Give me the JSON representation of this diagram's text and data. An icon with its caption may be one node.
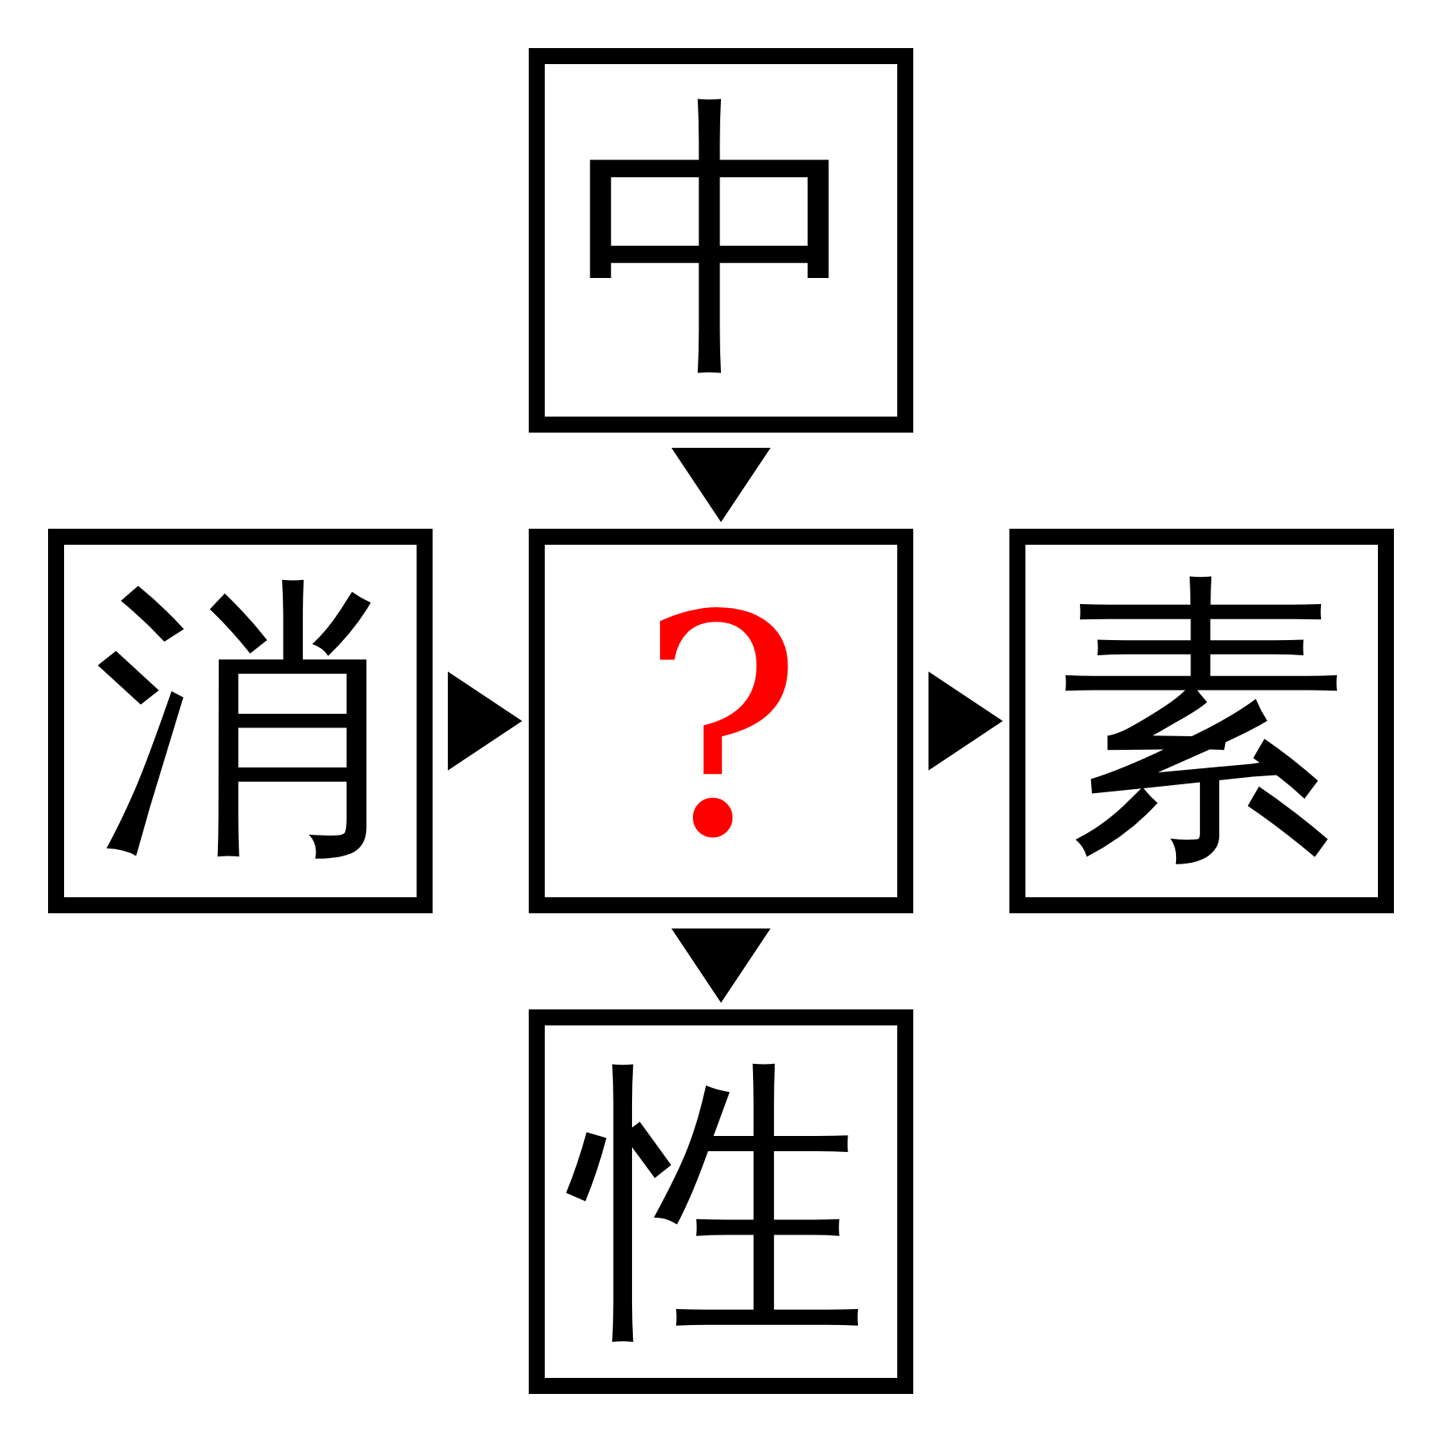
{
  "diagram": {
    "nodes": [
      {
        "text": [
          "中"
        ]
      },
      {
        "text": [
          "消"
        ]
      },
      {
        "text": [
          "?"
        ]
      },
      {
        "text": [
          "素"
        ]
      },
      {
        "text": [
          "性"
        ]
      }
    ],
    "edges": [
      {
        "from": 0,
        "to": 2,
        "arrow": "to"
      },
      {
        "from": 1,
        "to": 2,
        "arrow": "to"
      },
      {
        "from": 2,
        "to": 3,
        "arrow": "to"
      },
      {
        "from": 2,
        "to": 4,
        "arrow": "to"
      }
    ]
  }
}
